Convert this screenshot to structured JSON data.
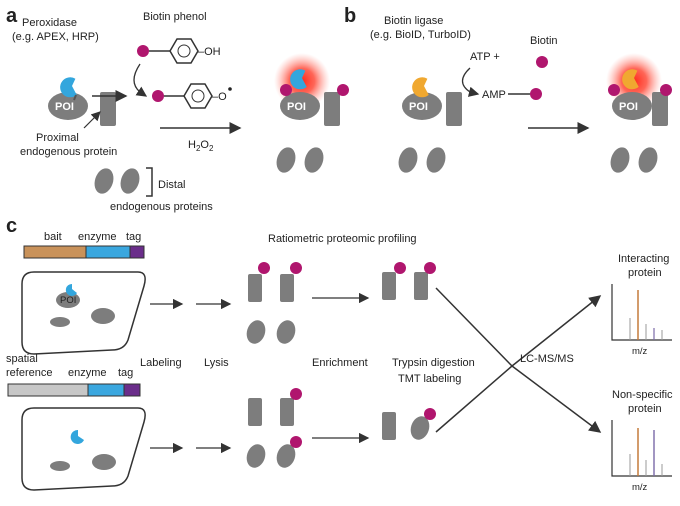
{
  "panels": {
    "a": "a",
    "b": "b",
    "c": "c"
  },
  "colors": {
    "magenta": "#b0166e",
    "blue_enzyme": "#33a6dd",
    "orange_enzyme": "#f0a830",
    "gray_protein": "#7d7d7d",
    "bait_bar": "#c9925a",
    "reference_bar": "#c7c7c7",
    "enzyme_bar": "#3aa7df",
    "tag_bar": "#6a2d8a",
    "spectrum_orange": "#c47a3a",
    "spectrum_purple": "#7a6aa8"
  },
  "icons": {
    "enzyme": "pacman-shape",
    "biotin": "magenta-circle",
    "arrow": "right-arrow"
  },
  "a": {
    "peroxidase_line1": "Peroxidase",
    "peroxidase_line2": "(e.g. APEX, HRP)",
    "biotin_phenol": "Biotin phenol",
    "oh": "–OH",
    "o_radical": "–O",
    "proximal_line1": "Proximal",
    "proximal_line2": "endogenous protein",
    "distal_line1": "Distal",
    "distal_line2": "endogenous proteins",
    "h2o2": "H",
    "h2o2_sub1": "2",
    "h2o2_o": "O",
    "h2o2_sub2": "2",
    "poi": "POI"
  },
  "b": {
    "ligase_line1": "Biotin ligase",
    "ligase_line2": "(e.g. BioID, TurboID)",
    "atp": "ATP +",
    "biotin": "Biotin",
    "amp": "AMP",
    "poi": "POI"
  },
  "c": {
    "bait": "bait",
    "enzyme": "enzyme",
    "tag": "tag",
    "spatial": "spatial",
    "reference": "reference",
    "enzyme2": "enzyme",
    "tag2": "tag",
    "ratiometric": "Ratiometric proteomic profiling",
    "labeling": "Labeling",
    "lysis": "Lysis",
    "enrichment": "Enrichment",
    "trypsin": "Trypsin digestion",
    "tmt": "TMT labeling",
    "lcms": "LC-MS/MS",
    "interacting_line1": "Interacting",
    "interacting_line2": "protein",
    "nonspecific_line1": "Non-specific",
    "nonspecific_line2": "protein",
    "mz1": "m/z",
    "mz2": "m/z",
    "poi": "POI"
  }
}
